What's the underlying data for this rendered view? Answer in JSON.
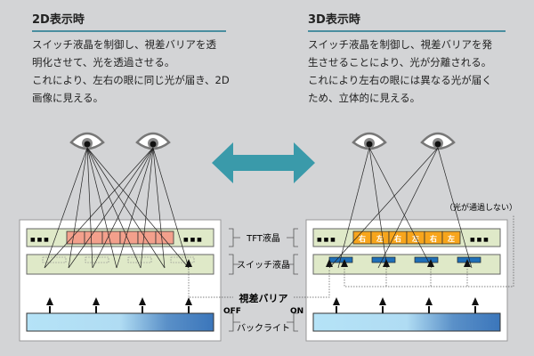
{
  "left": {
    "title": "2D表示時",
    "lines": [
      "スイッチ液晶を制御し、視差バリアを透",
      "明化させて、光を透過させる。",
      "これにより、左右の眼に同じ光が届き、2D",
      "画像に見える。"
    ]
  },
  "right": {
    "title": "3D表示時",
    "lines": [
      "スイッチ液晶を制御し、視差バリアを発",
      "生させることにより、光が分離される。",
      "これにより左右の眼には異なる光が届く",
      "ため、立体的に見える。"
    ],
    "pixel_labels": [
      "右",
      "左",
      "右",
      "左",
      "右",
      "左"
    ],
    "blocked_note": "（光が通過しない）"
  },
  "labels": {
    "tft": "TFT液晶",
    "switch": "スイッチ液晶",
    "barrier": "視差バリア",
    "off": "OFF",
    "on": "ON",
    "backlight": "バックライト",
    "dots": "■ ■ ■"
  },
  "colors": {
    "accent": "#3a9aaa",
    "panel": "#dfe9c8",
    "pink": "#f3a08c",
    "orange": "#f7a51c",
    "barrier": "#1f6fb8",
    "backlight_light": "#b5e3f7",
    "backlight_dark": "#3b76bb"
  }
}
